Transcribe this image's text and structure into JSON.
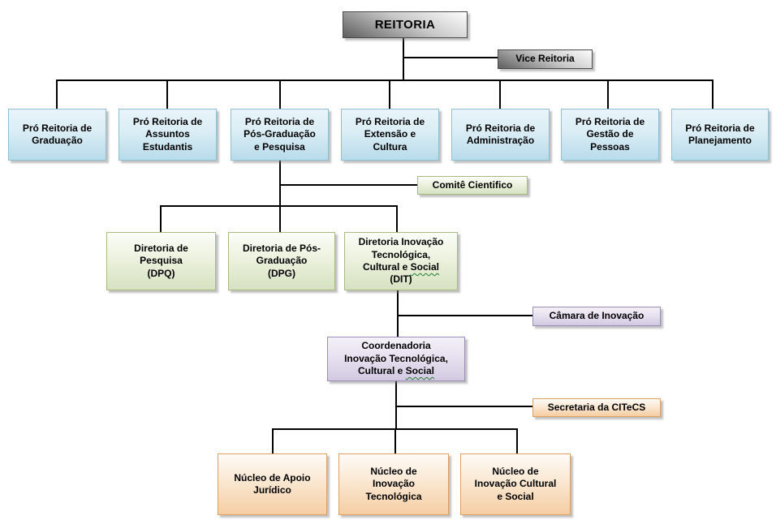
{
  "colors": {
    "background": "#ffffff",
    "connector_line": "#000000",
    "gray_box_dark": "#5e5e5e",
    "gray_box_light": "#fdfdfd",
    "blue_fill": "#b7dbea",
    "blue_border": "#8ebfd4",
    "green_fill": "#d6e2c1",
    "green_border": "#a9ba80",
    "purple_fill": "#d2c9e1",
    "purple_border": "#9c8db6",
    "orange_fill": "#f5cda3",
    "orange_border": "#dfa05e"
  },
  "spellcheck": {
    "wavy_word": "Social"
  },
  "boxes": {
    "reitoria": {
      "label": "REITORIA"
    },
    "vice_reitoria": {
      "label": "Vice Reitoria"
    },
    "pro_reitorias": [
      {
        "label": "Pró Reitoria de\nGraduação"
      },
      {
        "label": "Pró Reitoria de\nAssuntos\nEstudantis"
      },
      {
        "label": "Pró Reitoria de\nPós-Graduação\ne Pesquisa"
      },
      {
        "label": "Pró Reitoria de\nExtensão e\nCultura"
      },
      {
        "label": "Pró Reitoria de\nAdministração"
      },
      {
        "label": "Pró Reitoria de\nGestão de\nPessoas"
      },
      {
        "label": "Pró Reitoria de\nPlanejamento"
      }
    ],
    "comite_cientifico": {
      "label": "Comitê Cientifico"
    },
    "diretorias": [
      {
        "label": "Diretoria de\nPesquisa\n(DPQ)"
      },
      {
        "label": "Diretoria de Pós-\nGraduação\n(DPG)"
      },
      {
        "label": "Diretoria Inovação\nTecnológica,\nCultural e Social\n(DIT)"
      }
    ],
    "camara_inovacao": {
      "label": "Câmara de Inovação"
    },
    "coordenadoria": {
      "label": "Coordenadoria\nInovação Tecnológica,\nCultural e Social"
    },
    "secretaria_citecs": {
      "label": "Secretaria da CITeCS"
    },
    "nucleos": [
      {
        "label": "Núcleo de Apoio\nJurídico"
      },
      {
        "label": "Núcleo de\nInovação\nTecnológica"
      },
      {
        "label": "Núcleo de\nInovação Cultural\ne Social"
      }
    ]
  },
  "hierarchy": [
    {
      "parent": "REITORIA",
      "child": "Vice Reitoria"
    },
    {
      "parent": "REITORIA",
      "child": "Pró Reitoria de Graduação"
    },
    {
      "parent": "REITORIA",
      "child": "Pró Reitoria de Assuntos Estudantis"
    },
    {
      "parent": "REITORIA",
      "child": "Pró Reitoria de Pós-Graduação e Pesquisa"
    },
    {
      "parent": "REITORIA",
      "child": "Pró Reitoria de Extensão e Cultura"
    },
    {
      "parent": "REITORIA",
      "child": "Pró Reitoria de Administração"
    },
    {
      "parent": "REITORIA",
      "child": "Pró Reitoria de Gestão de Pessoas"
    },
    {
      "parent": "REITORIA",
      "child": "Pró Reitoria de Planejamento"
    },
    {
      "parent": "Pró Reitoria de Pós-Graduação e Pesquisa",
      "child": "Comitê Cientifico"
    },
    {
      "parent": "Pró Reitoria de Pós-Graduação e Pesquisa",
      "child": "Diretoria de Pesquisa (DPQ)"
    },
    {
      "parent": "Pró Reitoria de Pós-Graduação e Pesquisa",
      "child": "Diretoria de Pós-Graduação (DPG)"
    },
    {
      "parent": "Pró Reitoria de Pós-Graduação e Pesquisa",
      "child": "Diretoria Inovação Tecnológica, Cultural e Social (DIT)"
    },
    {
      "parent": "Diretoria Inovação Tecnológica, Cultural e Social (DIT)",
      "child": "Câmara de Inovação"
    },
    {
      "parent": "Diretoria Inovação Tecnológica, Cultural e Social (DIT)",
      "child": "Coordenadoria Inovação Tecnológica, Cultural e Social"
    },
    {
      "parent": "Coordenadoria Inovação Tecnológica, Cultural e Social",
      "child": "Secretaria da CITeCS"
    },
    {
      "parent": "Coordenadoria Inovação Tecnológica, Cultural e Social",
      "child": "Núcleo de Apoio Jurídico"
    },
    {
      "parent": "Coordenadoria Inovação Tecnológica, Cultural e Social",
      "child": "Núcleo de Inovação Tecnológica"
    },
    {
      "parent": "Coordenadoria Inovação Tecnológica, Cultural e Social",
      "child": "Núcleo de Inovação Cultural e Social"
    }
  ]
}
